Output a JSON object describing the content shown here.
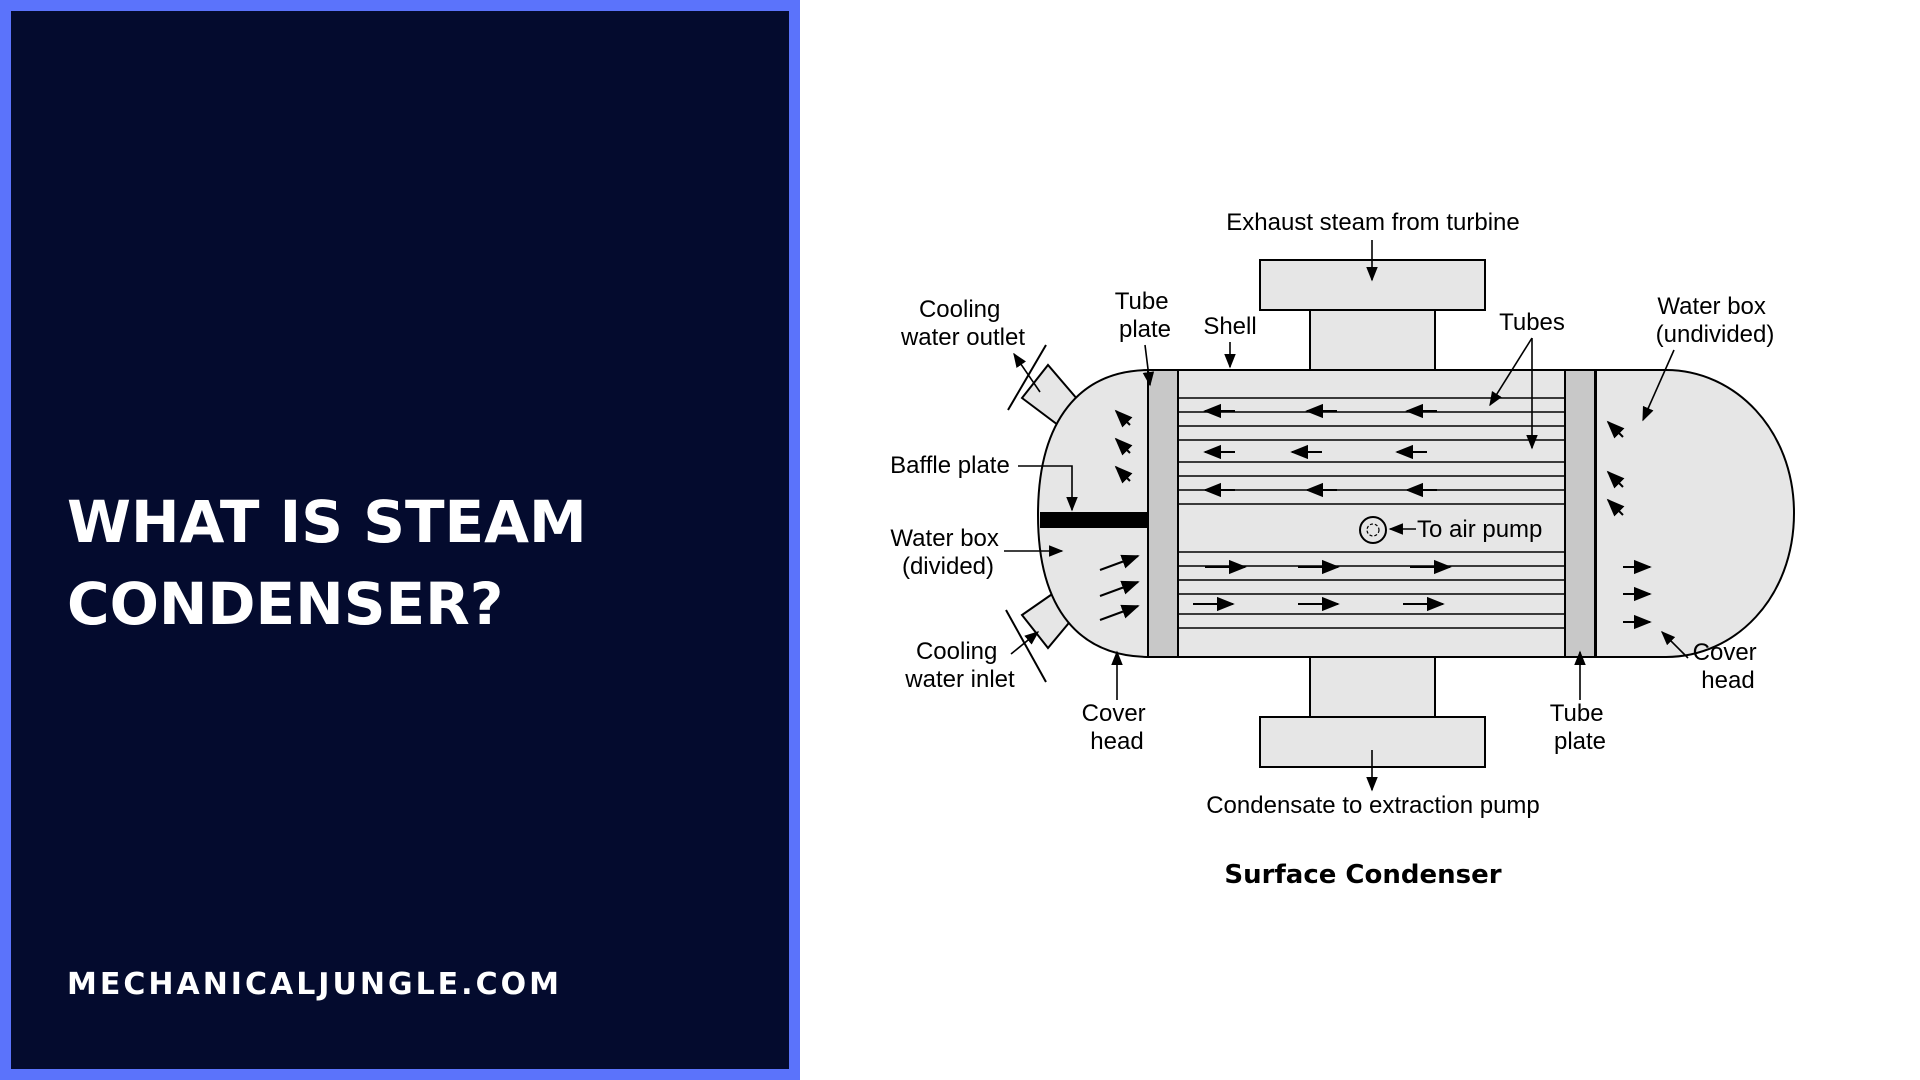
{
  "page": {
    "title": "WHAT IS STEAM CONDENSER?",
    "footer": "MECHANICALJUNGLE.COM",
    "colors": {
      "panel_bg": "#040b2e",
      "panel_border": "#5b73fb",
      "diagram_fill": "#e6e6e6"
    }
  },
  "diagram": {
    "caption": "Surface Condenser",
    "labels": {
      "exhaust_steam": "Exhaust steam from turbine",
      "condensate": "Condensate to extraction pump",
      "cooling_water_outlet": [
        "Cooling",
        "water outlet"
      ],
      "cooling_water_inlet": [
        "Cooling",
        "water inlet"
      ],
      "tube_plate_top": [
        "Tube",
        "plate"
      ],
      "tube_plate_bottom": [
        "Tube",
        "plate"
      ],
      "shell": "Shell",
      "tubes": "Tubes",
      "water_box_undivided": [
        "Water box",
        "(undivided)"
      ],
      "water_box_divided": [
        "Water box",
        "(divided)"
      ],
      "baffle_plate": "Baffle plate",
      "to_air_pump": "To air pump",
      "cover_head_left": [
        "Cover",
        "head"
      ],
      "cover_head_right": [
        "Cover",
        "head"
      ]
    }
  }
}
